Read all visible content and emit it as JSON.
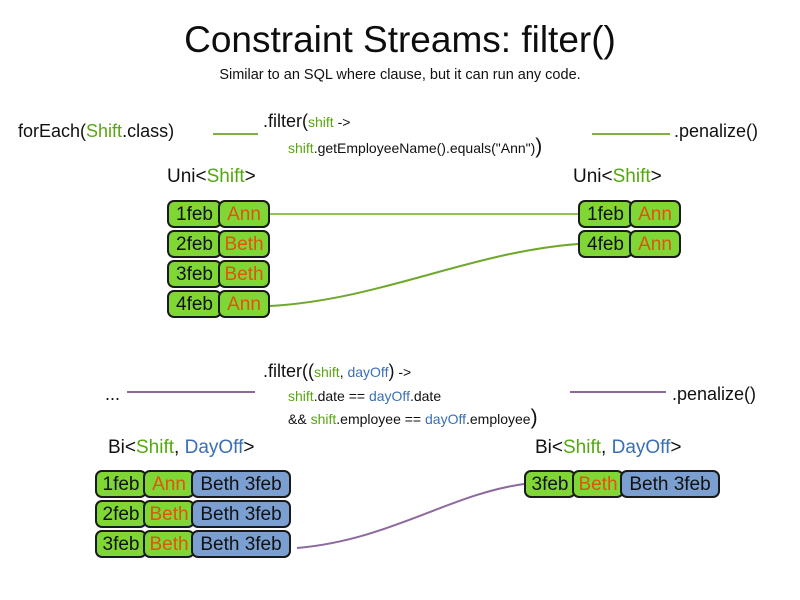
{
  "header": {
    "title": "Constraint Streams: filter()",
    "subtitle": "Similar to an SQL where clause, but it can run any code."
  },
  "colors": {
    "shift_token": "#5ba513",
    "dayoff_token": "#3a6fb5",
    "card_green": "#7fd634",
    "card_blue": "#7b9fd1",
    "name_text": "#e0540d",
    "wire_green": "#7fb040",
    "wire_purple": "#8c6a9e",
    "card_border": "#1a1a1a"
  },
  "uni_section": {
    "source_label": {
      "prefix": "forEach(",
      "type": "Shift",
      "suffix": ".class)"
    },
    "filter_call": {
      "method": ".filter(",
      "param": "shift",
      "arrow": " ->",
      "body_var": "shift",
      "body_rest": ".getEmployeeName().equals(\"Ann\")",
      "close_paren": ")"
    },
    "terminal_label": ".penalize()",
    "input_stream_label": {
      "prefix": "Uni<",
      "type1": "Shift",
      "suffix": ">"
    },
    "output_stream_label": {
      "prefix": "Uni<",
      "type1": "Shift",
      "suffix": ">"
    },
    "input_tuples": [
      {
        "date": "1feb",
        "name": "Ann"
      },
      {
        "date": "2feb",
        "name": "Beth"
      },
      {
        "date": "3feb",
        "name": "Beth"
      },
      {
        "date": "4feb",
        "name": "Ann"
      }
    ],
    "output_tuples": [
      {
        "date": "1feb",
        "name": "Ann"
      },
      {
        "date": "4feb",
        "name": "Ann"
      }
    ]
  },
  "bi_section": {
    "source_label": "...",
    "filter_call": {
      "method": ".filter(",
      "open_paren": "(",
      "param1": "shift",
      "comma": ", ",
      "param2": "dayOff",
      "close_params": ")",
      "arrow": " ->",
      "line2_var1": "shift",
      "line2_mid": ".date == ",
      "line2_var2": "dayOff",
      "line2_end": ".date",
      "line3_prefix": "&& ",
      "line3_var1": "shift",
      "line3_mid": ".employee == ",
      "line3_var2": "dayOff",
      "line3_end": ".employee",
      "close_paren": ")"
    },
    "terminal_label": ".penalize()",
    "input_stream_label": {
      "prefix": "Bi<",
      "type1": "Shift",
      "comma": ", ",
      "type2": "DayOff",
      "suffix": ">"
    },
    "output_stream_label": {
      "prefix": "Bi<",
      "type1": "Shift",
      "comma": ", ",
      "type2": "DayOff",
      "suffix": ">"
    },
    "input_tuples": [
      {
        "date": "1feb",
        "name": "Ann",
        "dayoff": "Beth 3feb"
      },
      {
        "date": "2feb",
        "name": "Beth",
        "dayoff": "Beth 3feb"
      },
      {
        "date": "3feb",
        "name": "Beth",
        "dayoff": "Beth 3feb"
      }
    ],
    "output_tuples": [
      {
        "date": "3feb",
        "name": "Beth",
        "dayoff": "Beth 3feb"
      }
    ]
  }
}
